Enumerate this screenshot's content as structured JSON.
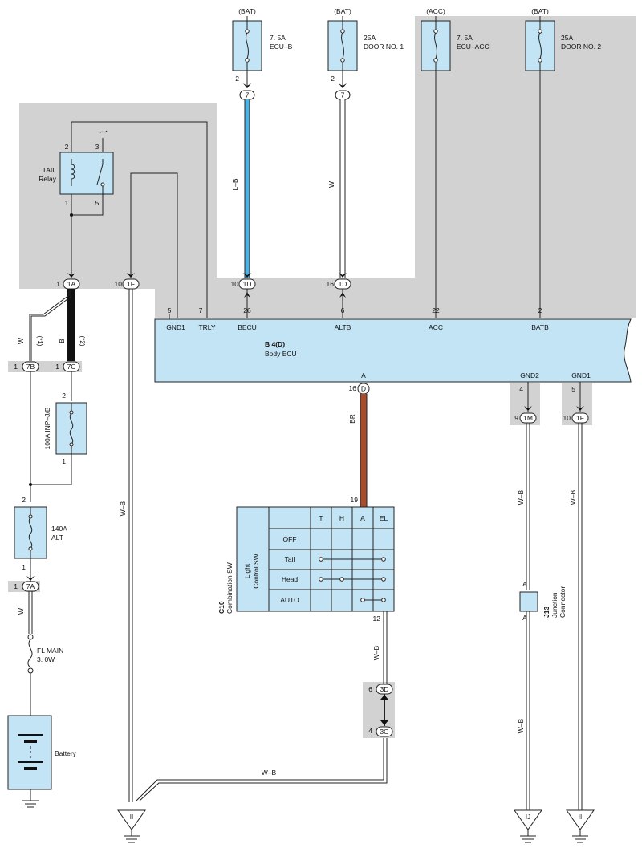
{
  "colors": {
    "shade": "#d2d2d2",
    "component_fill": "#c3e4f5",
    "wire_lb": "#4db3e6",
    "wire_br": "#a94c2c",
    "wire_b": "#111111",
    "wire_default": "#222222"
  },
  "fuses_top": [
    {
      "supply": "(BAT)",
      "rating": "7. 5A",
      "name": "ECU–B"
    },
    {
      "supply": "(BAT)",
      "rating": "25A",
      "name": "DOOR NO. 1"
    },
    {
      "supply": "(ACC)",
      "rating": "7. 5A",
      "name": "ECU–ACC"
    },
    {
      "supply": "(BAT)",
      "rating": "25A",
      "name": "DOOR NO. 2"
    }
  ],
  "tail_relay": {
    "line1": "TAIL",
    "line2": "Relay",
    "pins": [
      "2",
      "3",
      "1",
      "5"
    ]
  },
  "body_ecu": {
    "code": "B 4(D)",
    "name": "Body ECU",
    "top_pins": [
      {
        "label": "GND1",
        "pin": "5"
      },
      {
        "label": "TRLY",
        "pin": "7"
      },
      {
        "label": "BECU",
        "pin": "26"
      },
      {
        "label": "ALTB",
        "pin": "6"
      },
      {
        "label": "ACC",
        "pin": "22"
      },
      {
        "label": "BATB",
        "pin": "2"
      }
    ],
    "bottom_pins": [
      {
        "label": "A",
        "pin": "16",
        "conn": "D"
      },
      {
        "label": "GND2",
        "pin": "4",
        "conn": "1M",
        "conn_pin": "9"
      },
      {
        "label": "GND1",
        "pin": "5",
        "conn": "1F",
        "conn_pin": "10"
      }
    ]
  },
  "connectors": {
    "c7a": "7",
    "c7b": "7",
    "c1a": "1A",
    "c1f": "1F",
    "c1d1": "1D",
    "c1d2": "1D",
    "c7bb": "7B",
    "c7c": "7C",
    "c7a2": "7A",
    "c3d": "3D",
    "c3g": "3G"
  },
  "pin_numbers": {
    "f1": "2",
    "f2": "2",
    "c1a": "1",
    "c1f": "10",
    "c1d1": "10",
    "c1d2": "16",
    "c7bb": "1",
    "c7c": "1",
    "c7a2": "1",
    "inp_top": "2",
    "inp_bot": "1",
    "alt_top": "2",
    "alt_bot": "1",
    "c3d": "6",
    "c3g": "4",
    "sw_top": "19",
    "sw_bot": "12",
    "d16": "16"
  },
  "wire_labels": {
    "lb": "L–B",
    "w1": "W",
    "w_left": "W",
    "b": "B",
    "plus1": "(*1)",
    "plus2": "(*2)",
    "wb_left": "W–B",
    "br": "BR",
    "wb_mid": "W–B",
    "wb_bottom": "W–B",
    "wb_j13": "W–B",
    "wb_j13b": "W–B",
    "wb_right": "W–B",
    "w_alt": "W"
  },
  "fuse_inp": {
    "rating": "100A INP–J/B"
  },
  "fuse_alt": {
    "rating": "140A",
    "name": "ALT"
  },
  "fl_main": {
    "name": "FL MAIN",
    "rating": "3. 0W"
  },
  "battery": {
    "label": "Battery"
  },
  "switch": {
    "code": "C10",
    "name": "Combination SW",
    "inner1": "Light",
    "inner2": "Control SW",
    "cols": [
      "T",
      "H",
      "A",
      "EL"
    ],
    "rows": [
      "OFF",
      "Tail",
      "Head",
      "AUTO"
    ]
  },
  "junction": {
    "code": "J13",
    "name1": "Junction",
    "name2": "Connector",
    "pin_top": "A",
    "pin_bot": "A"
  },
  "grounds": [
    {
      "label": "II"
    },
    {
      "label": "IJ"
    },
    {
      "label": "II"
    }
  ]
}
